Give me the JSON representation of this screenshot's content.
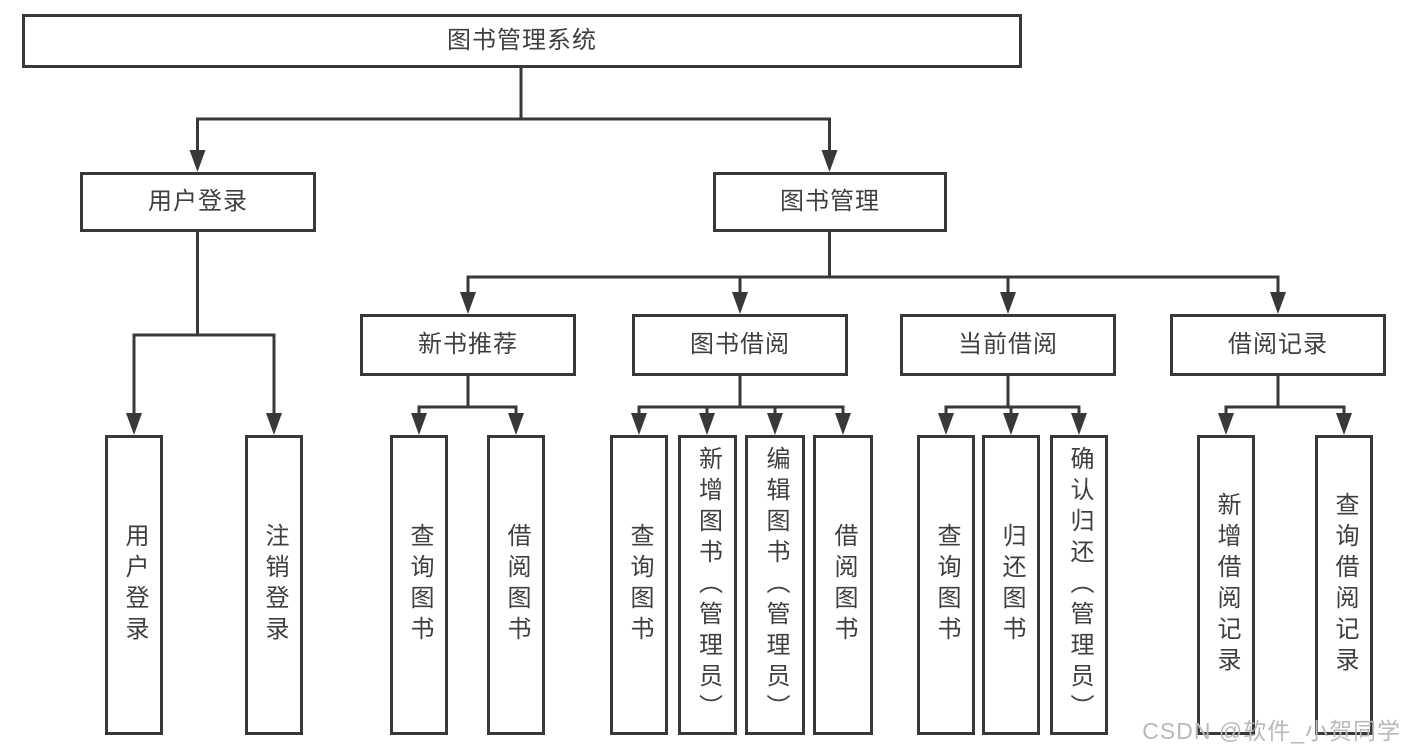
{
  "diagram": {
    "root": {
      "label": "图书管理系统",
      "children": [
        {
          "label": "用户登录",
          "children": [
            {
              "label": "用户登录"
            },
            {
              "label": "注销登录"
            }
          ]
        },
        {
          "label": "图书管理",
          "children": [
            {
              "label": "新书推荐",
              "children": [
                {
                  "label": "查询图书"
                },
                {
                  "label": "借阅图书"
                }
              ]
            },
            {
              "label": "图书借阅",
              "children": [
                {
                  "label": "查询图书"
                },
                {
                  "label": "新增图书（管理员）"
                },
                {
                  "label": "编辑图书（管理员）"
                },
                {
                  "label": "借阅图书"
                }
              ]
            },
            {
              "label": "当前借阅",
              "children": [
                {
                  "label": "查询图书"
                },
                {
                  "label": "归还图书"
                },
                {
                  "label": "确认归还（管理员）"
                }
              ]
            },
            {
              "label": "借阅记录",
              "children": [
                {
                  "label": "新增借阅记录"
                },
                {
                  "label": "查询借阅记录"
                }
              ]
            }
          ]
        }
      ]
    }
  },
  "watermark": {
    "text": "CSDN @软件_小贺同学"
  },
  "colors": {
    "line": "#383838",
    "text": "#3f3f3f",
    "watermark": "#b9b9b9",
    "background": "#ffffff",
    "box_background": "#ffffff"
  }
}
